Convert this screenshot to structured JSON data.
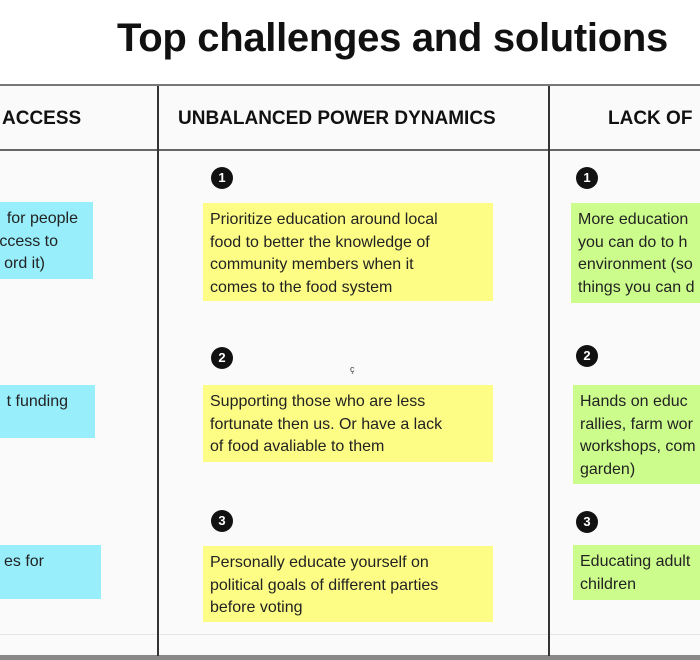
{
  "title": "Top challenges and solutions",
  "columns": [
    {
      "header": "ACCESS",
      "color": "#99eefc",
      "notes": [
        {
          "lines": [
            "for people",
            "ccess to",
            "ord it)"
          ]
        },
        {
          "lines": [
            "t funding"
          ]
        },
        {
          "lines": [
            "es for"
          ]
        }
      ]
    },
    {
      "header": "UNBALANCED POWER DYNAMICS",
      "color": "#fdfd86",
      "notes": [
        {
          "number": "1",
          "lines": [
            "Prioritize education around local",
            "food to better the knowledge of",
            "community members when it",
            "comes to the food system"
          ]
        },
        {
          "number": "2",
          "lines": [
            "Supporting those who are less",
            "fortunate then us. Or have a lack",
            "of food avaliable to them"
          ]
        },
        {
          "number": "3",
          "lines": [
            "Personally educate yourself on",
            "political goals of different parties",
            "before voting"
          ]
        }
      ]
    },
    {
      "header": "LACK OF",
      "color": "#ccfc8c",
      "notes": [
        {
          "number": "1",
          "lines": [
            "More education",
            "you can do to h",
            "environment (so",
            "things you can d"
          ]
        },
        {
          "number": "2",
          "lines": [
            "Hands on educ",
            "rallies, farm wor",
            "workshops, com",
            "garden)"
          ]
        },
        {
          "number": "3",
          "lines": [
            "Educating adult",
            "children"
          ]
        }
      ]
    }
  ],
  "cursor_glyph": "ç"
}
